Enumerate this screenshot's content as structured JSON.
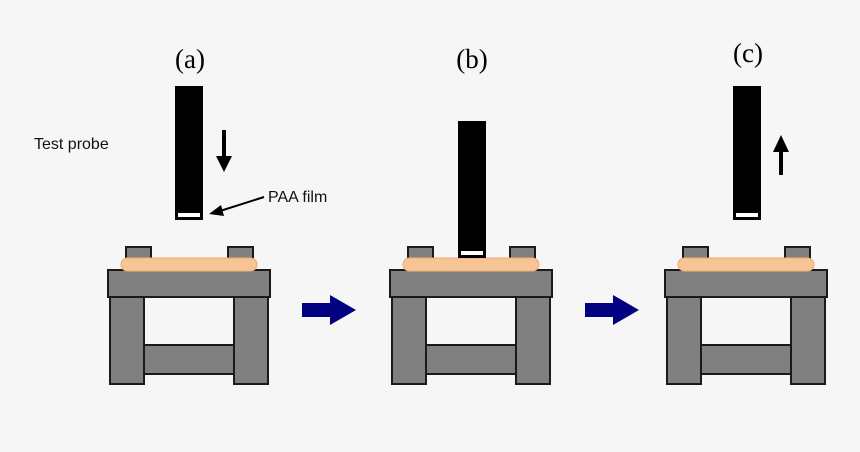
{
  "panels": [
    {
      "label": "(a)",
      "motion": "down"
    },
    {
      "label": "(b)",
      "motion": "contact"
    },
    {
      "label": "(c)",
      "motion": "up"
    }
  ],
  "annotations": {
    "probe": "Test probe",
    "film": "PAA film"
  },
  "colors": {
    "background": "#f6f6f6",
    "probe": "#000000",
    "film": "#ffffff",
    "stage_fill": "#808080",
    "stage_stroke": "#1a1a1a",
    "sample": "#f6c495",
    "flow_arrow": "#000080"
  }
}
